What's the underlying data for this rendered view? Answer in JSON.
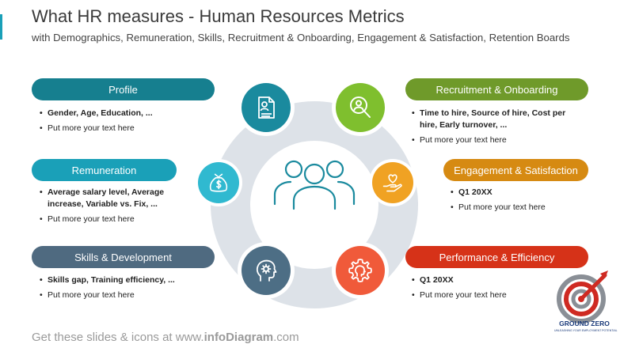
{
  "header": {
    "title": "What HR measures - Human Resources Metrics",
    "subtitle": "with Demographics, Remuneration, Skills, Recruitment & Onboarding, Engagement & Satisfaction, Retention Boards"
  },
  "colors": {
    "profile": "#167f8f",
    "remuneration": "#1aa0b8",
    "skills": "#4f6a80",
    "recruitment": "#6f9a2a",
    "engagement": "#d68a12",
    "performance": "#d63218",
    "teal_icon": "#1a8a9e",
    "cyan_icon": "#30b9d0",
    "slate_icon": "#4d6e85",
    "green_icon": "#7fbf2e",
    "orange_icon": "#f0a223",
    "red_icon": "#f05a3a",
    "ring": "#dde2e8",
    "accent_strip": "#1aa0b8"
  },
  "sections": {
    "profile": {
      "label": "Profile",
      "bullet1": "Gender, Age, Education, ...",
      "bullet2": "Put more your text here",
      "icon": "document-user-icon"
    },
    "remuneration": {
      "label": "Remuneration",
      "bullet1": "Average salary level, Average increase, Variable vs. Fix, ...",
      "bullet2": "Put more your text here",
      "icon": "money-bag-icon"
    },
    "skills": {
      "label": "Skills & Development",
      "bullet1": "Skills gap, Training efficiency, ...",
      "bullet2": "Put more your text here",
      "icon": "head-gear-icon"
    },
    "recruitment": {
      "label": "Recruitment & Onboarding",
      "bullet1": "Time to hire, Source of hire, Cost per hire, Early turnover, ...",
      "bullet2": "Put more your text here",
      "icon": "magnifier-user-icon"
    },
    "engagement": {
      "label": "Engagement & Satisfaction",
      "bullet1": "Q1 20XX",
      "bullet2": "Put more your text here",
      "icon": "heart-hand-icon"
    },
    "performance": {
      "label": "Performance & Efficiency",
      "bullet1": "Q1 20XX",
      "bullet2": "Put more your text here",
      "icon": "head-gear-performance-icon"
    }
  },
  "center": {
    "icon": "people-group-icon"
  },
  "footer": {
    "prefix": "Get these slides & icons at www.",
    "brand": "infoDiagram",
    "suffix": ".com"
  },
  "logo": {
    "name": "GROUND ZERO",
    "tagline": "UNLEASHING YOUR EMPLOYMENT POTENTIAL",
    "icon": "target-arrow-icon"
  }
}
